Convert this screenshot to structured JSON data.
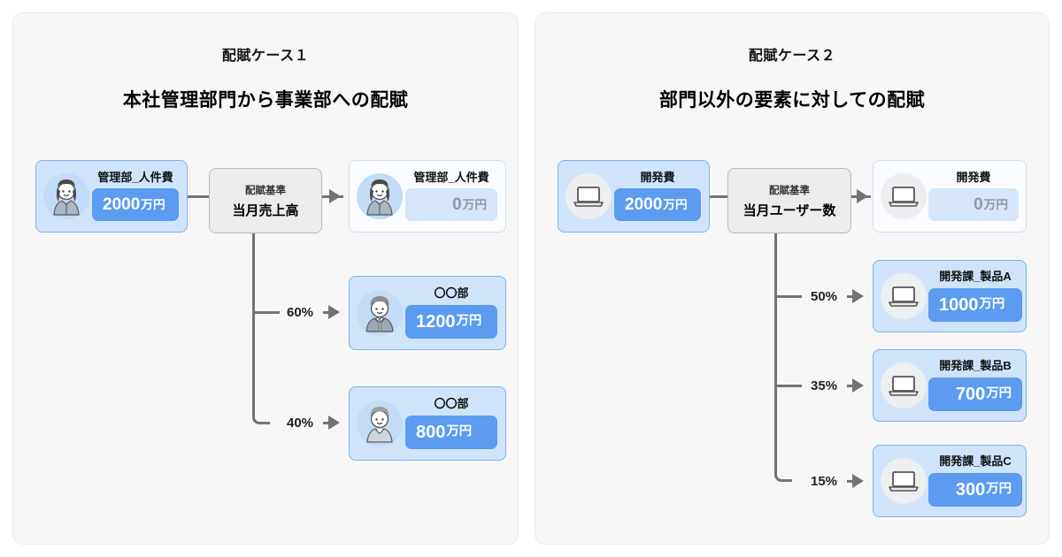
{
  "panels": [
    {
      "kicker": "配賦ケース１",
      "title": "本社管理部門から事業部への配賦",
      "source": {
        "label": "管理部_人件費",
        "amount": "2000",
        "unit": "万円",
        "icon": "person-avatar-icon"
      },
      "criteria": {
        "sub": "配賦基準",
        "main": "当月売上高"
      },
      "residual": {
        "label": "管理部_人件費",
        "amount": "0",
        "unit": "万円",
        "icon": "person-avatar-icon"
      },
      "branches": [
        {
          "percent": "60%",
          "label": "〇〇部",
          "amount": "1200",
          "unit": "万円",
          "icon": "person-avatar-icon"
        },
        {
          "percent": "40%",
          "label": "〇〇部",
          "amount": "800",
          "unit": "万円",
          "icon": "person-avatar-icon"
        }
      ]
    },
    {
      "kicker": "配賦ケース２",
      "title": "部門以外の要素に対しての配賦",
      "source": {
        "label": "開発費",
        "amount": "2000",
        "unit": "万円",
        "icon": "laptop-icon"
      },
      "criteria": {
        "sub": "配賦基準",
        "main": "当月ユーザー数"
      },
      "residual": {
        "label": "開発費",
        "amount": "0",
        "unit": "万円",
        "icon": "laptop-icon"
      },
      "branches": [
        {
          "percent": "50%",
          "label": "開発課_製品A",
          "amount": "1000",
          "unit": "万円",
          "icon": "laptop-icon"
        },
        {
          "percent": "35%",
          "label": "開発課_製品B",
          "amount": "700",
          "unit": "万円",
          "icon": "laptop-icon"
        },
        {
          "percent": "15%",
          "label": "開発課_製品C",
          "amount": "300",
          "unit": "万円",
          "icon": "laptop-icon"
        }
      ]
    }
  ],
  "colors": {
    "accent": "#5b9bf0",
    "node_fill": "#cfe4fb",
    "node_border": "#7fb4e8",
    "muted_amount": "#d5e6fa",
    "wire": "#737373",
    "panel_bg": "#f7f7f7",
    "criteria_bg": "#ececec"
  }
}
